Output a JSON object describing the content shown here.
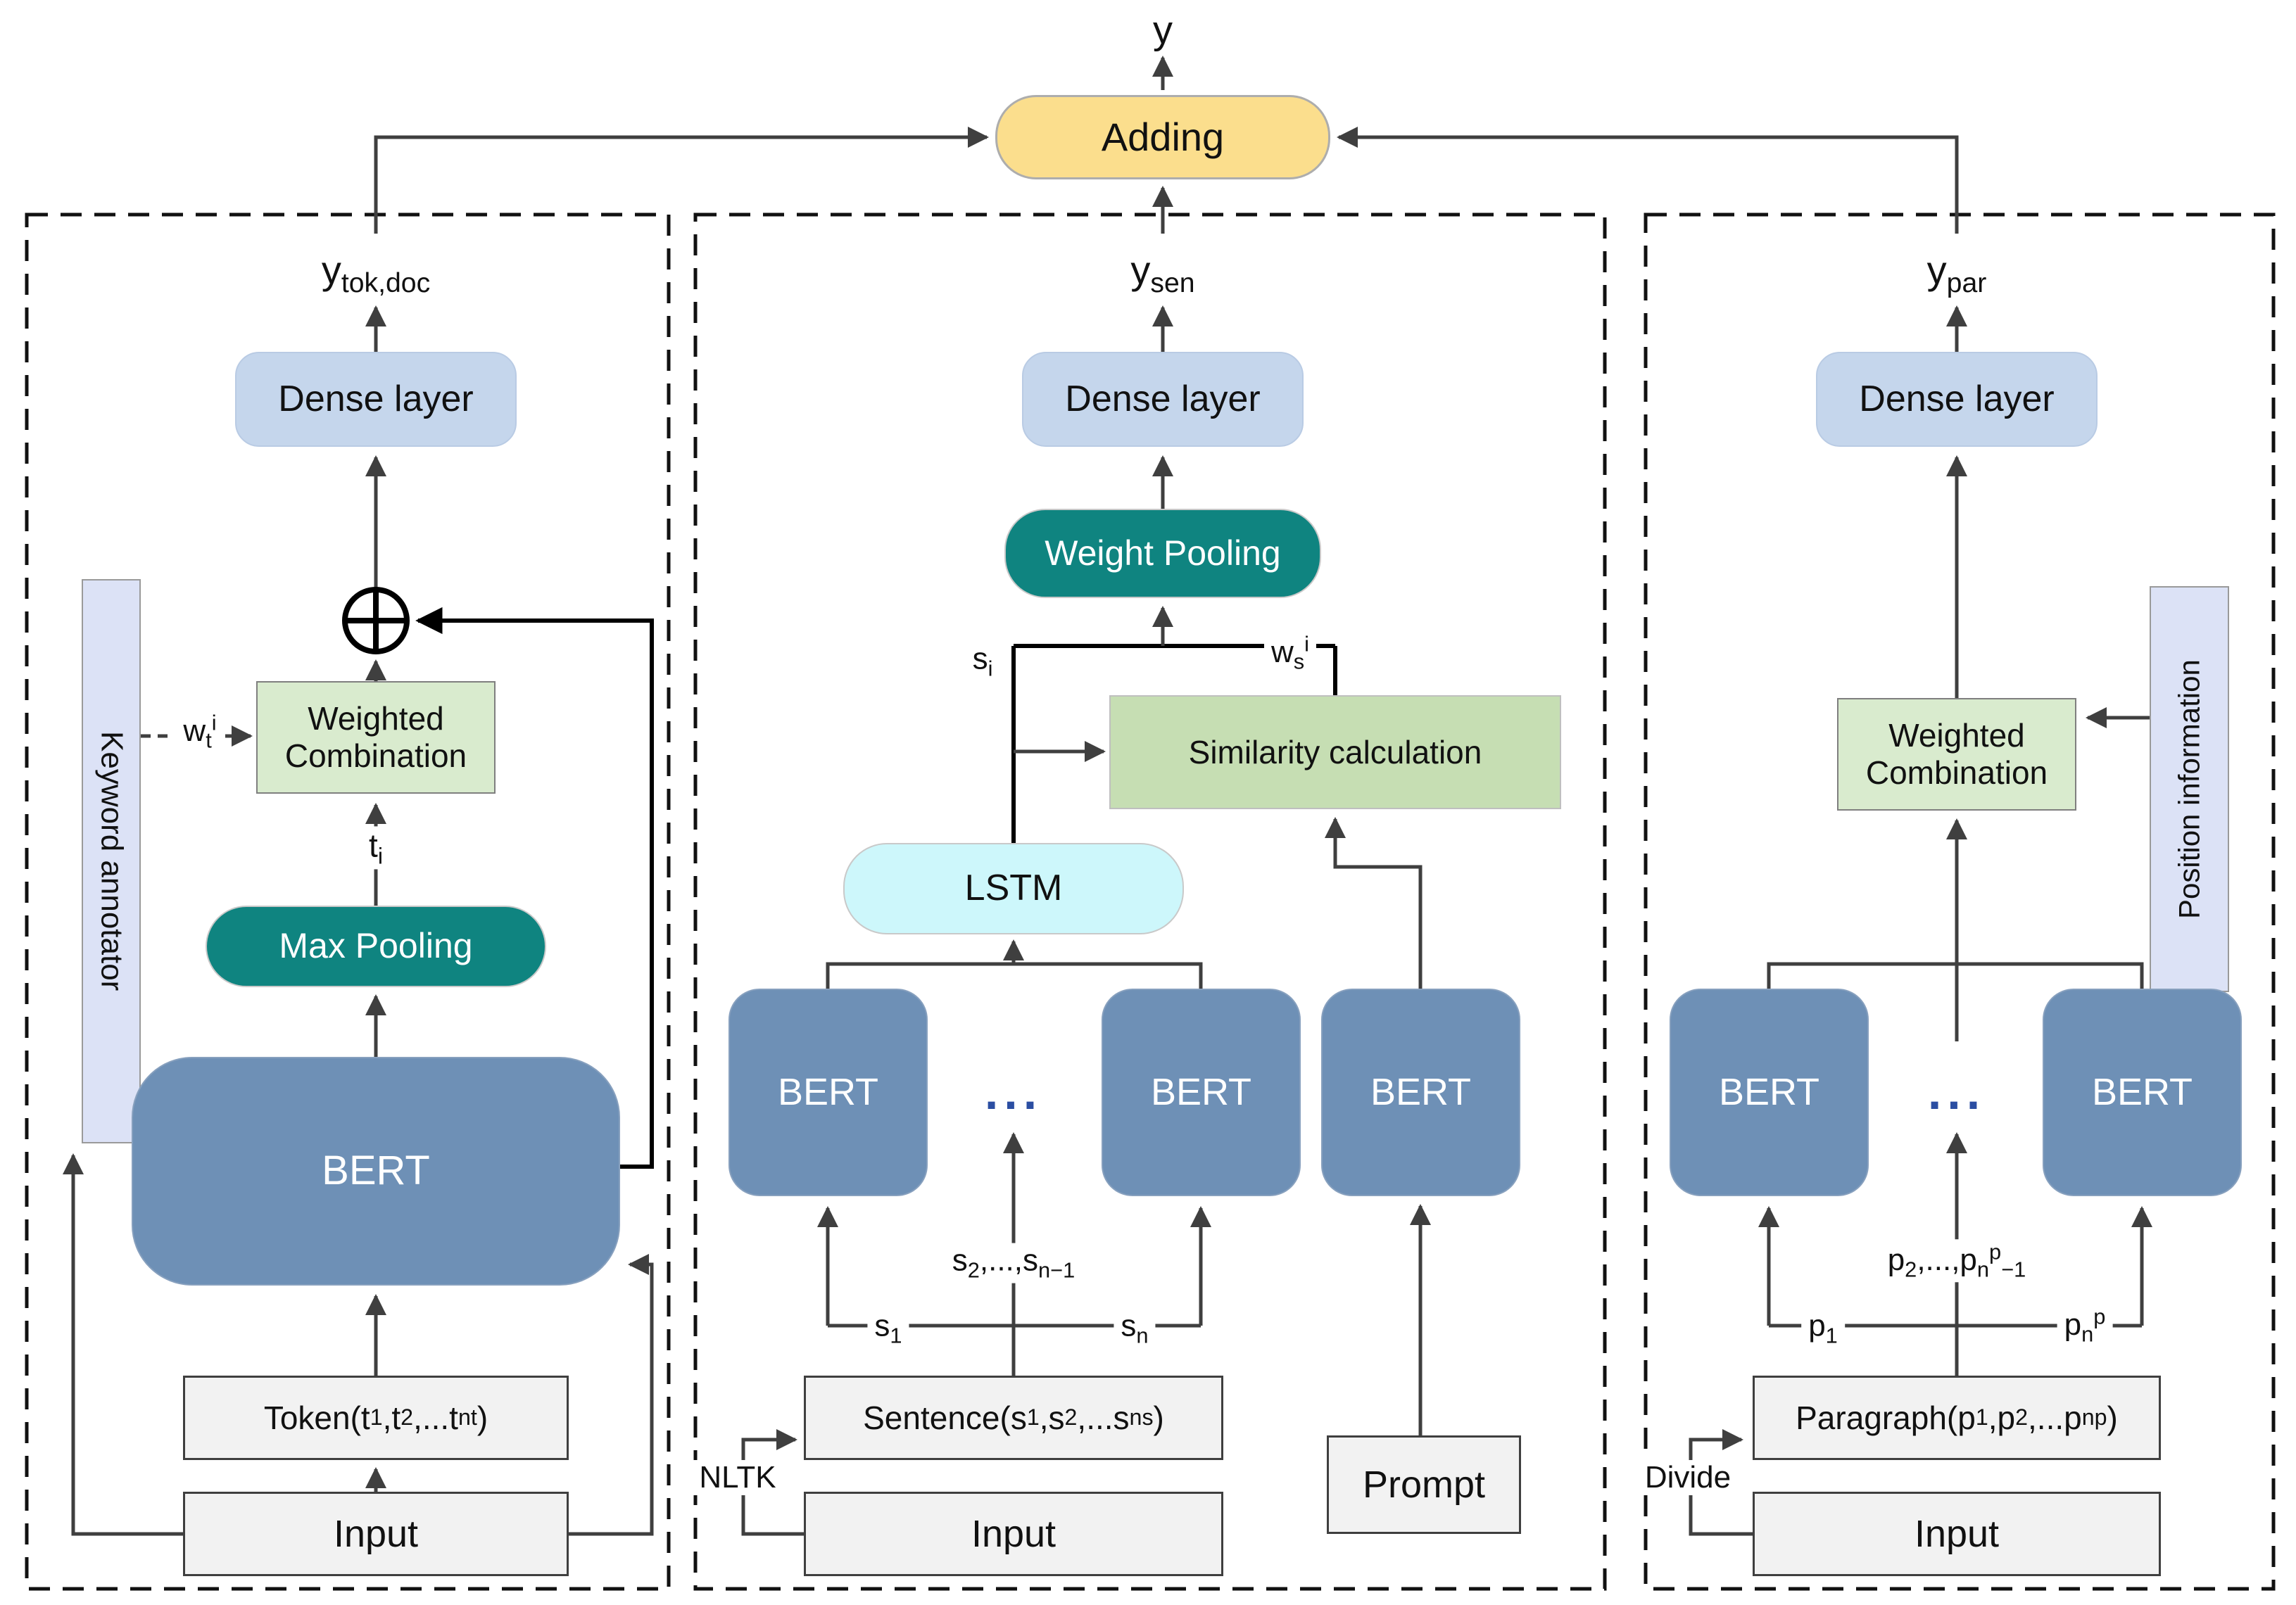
{
  "colors": {
    "adding_fill": "#FBDE8D",
    "dense_fill": "#C5D6EC",
    "pooling_teal": "#0F8480",
    "weighted_combination_green": "#D9EBCE",
    "similarity_green": "#C6DEB3",
    "lstm_cyan": "#CDF7FB",
    "bert_blue": "#6E90B6",
    "io_gray": "#F2F2F2",
    "annotator_lavender": "#DCE2F6",
    "wire_gray": "#3F3F3F",
    "ellipsis_blue": "#2B4EA2"
  },
  "top": {
    "output": "y",
    "adding": "Adding"
  },
  "left": {
    "output_rich": "y<sub>tok,doc</sub>",
    "dense": "Dense layer",
    "weighted_combination": "Weighted Combination",
    "weight_rich": "w<sub>t</sub><sup>i</sup>",
    "keyword_annotator": "Keyword annotator",
    "t_rich": "t<sub>i</sub>",
    "max_pooling": "Max Pooling",
    "bert": "BERT",
    "token_rich": "Token(t<sub>1</sub>,t<sub>2</sub>,...t<sub>n</sub><sup>t</sup>)",
    "input": "Input"
  },
  "middle": {
    "output_rich": "y<sub>sen</sub>",
    "dense": "Dense layer",
    "weight_pooling": "Weight Pooling",
    "s_rich": "s<sub>i</sub>",
    "ws_rich": "w<sub>s</sub><sup>i</sup>",
    "similarity": "Similarity calculation",
    "lstm": "LSTM",
    "bert_left": "BERT",
    "bert_right": "BERT",
    "bert_prompt": "BERT",
    "ellipsis": "...",
    "s_range_rich": "s<sub>2</sub>,...,s<sub>n−1</sub>",
    "s1_rich": "s<sub>1</sub>",
    "sn_rich": "s<sub>n</sub>",
    "sentence_rich": "Sentence(s<sub>1</sub>,s<sub>2</sub>,...s<sub>n</sub><sup>s</sup>)",
    "nltk": "NLTK",
    "input": "Input",
    "prompt": "Prompt"
  },
  "right": {
    "output_rich": "y<sub>par</sub>",
    "dense": "Dense layer",
    "weighted_combination": "Weighted Combination",
    "position_information": "Position information",
    "bert_left": "BERT",
    "bert_right": "BERT",
    "ellipsis": "...",
    "p_range_rich": "p<sub>2</sub>,...,p<sub>n</sub><sup>p</sup><sub>−1</sub>",
    "p1_rich": "p<sub>1</sub>",
    "pn_rich": "p<sub>n</sub><sup>p</sup>",
    "paragraph_rich": "Paragraph(p<sub>1</sub>,p<sub>2</sub>,...p<sub>n</sub><sup>p</sup>)",
    "divide": "Divide",
    "input": "Input"
  }
}
